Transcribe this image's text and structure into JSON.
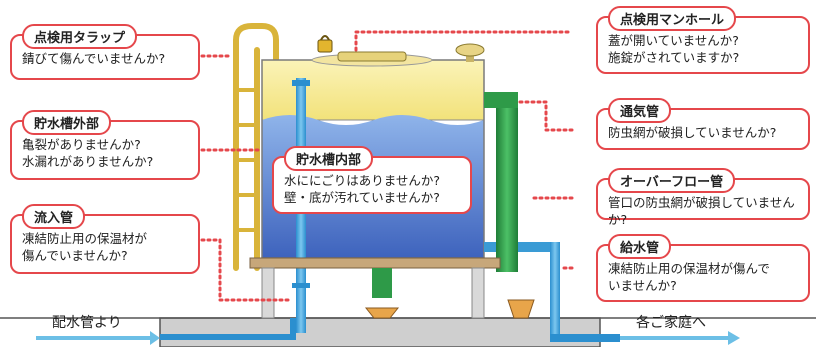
{
  "callouts": {
    "tarap": {
      "title": "点検用タラップ",
      "lines": [
        "錆びて傷んでいませんか?"
      ]
    },
    "outer": {
      "title": "貯水槽外部",
      "lines": [
        "亀裂がありませんか?",
        "水漏れがありませんか?"
      ]
    },
    "inlet": {
      "title": "流入管",
      "lines": [
        "凍結防止用の保温材が",
        "傷んでいませんか?"
      ]
    },
    "inner": {
      "title": "貯水槽内部",
      "lines": [
        "水ににごりはありませんか?",
        "壁・底が汚れていませんか?"
      ]
    },
    "manhole": {
      "title": "点検用マンホール",
      "lines": [
        "蓋が開いていませんか?",
        "施錠がされていますか?"
      ]
    },
    "vent": {
      "title": "通気管",
      "lines": [
        "防虫網が破損していませんか?"
      ]
    },
    "overflow": {
      "title": "オーバーフロー管",
      "lines": [
        "管口の防虫網が破損していませんか?"
      ]
    },
    "supply": {
      "title": "給水管",
      "lines": [
        "凍結防止用の保温材が傷んで",
        "いませんか?"
      ]
    }
  },
  "flow": {
    "from": "配水管より",
    "to": "各ご家庭へ"
  },
  "colors": {
    "accent": "#e5474b",
    "tank_top": "#f7e98a",
    "water": "#4a72c9",
    "inlet_pipe": "#3aa0d8",
    "green_pipe": "#2e9a48",
    "ladder": "#e6c24a"
  }
}
